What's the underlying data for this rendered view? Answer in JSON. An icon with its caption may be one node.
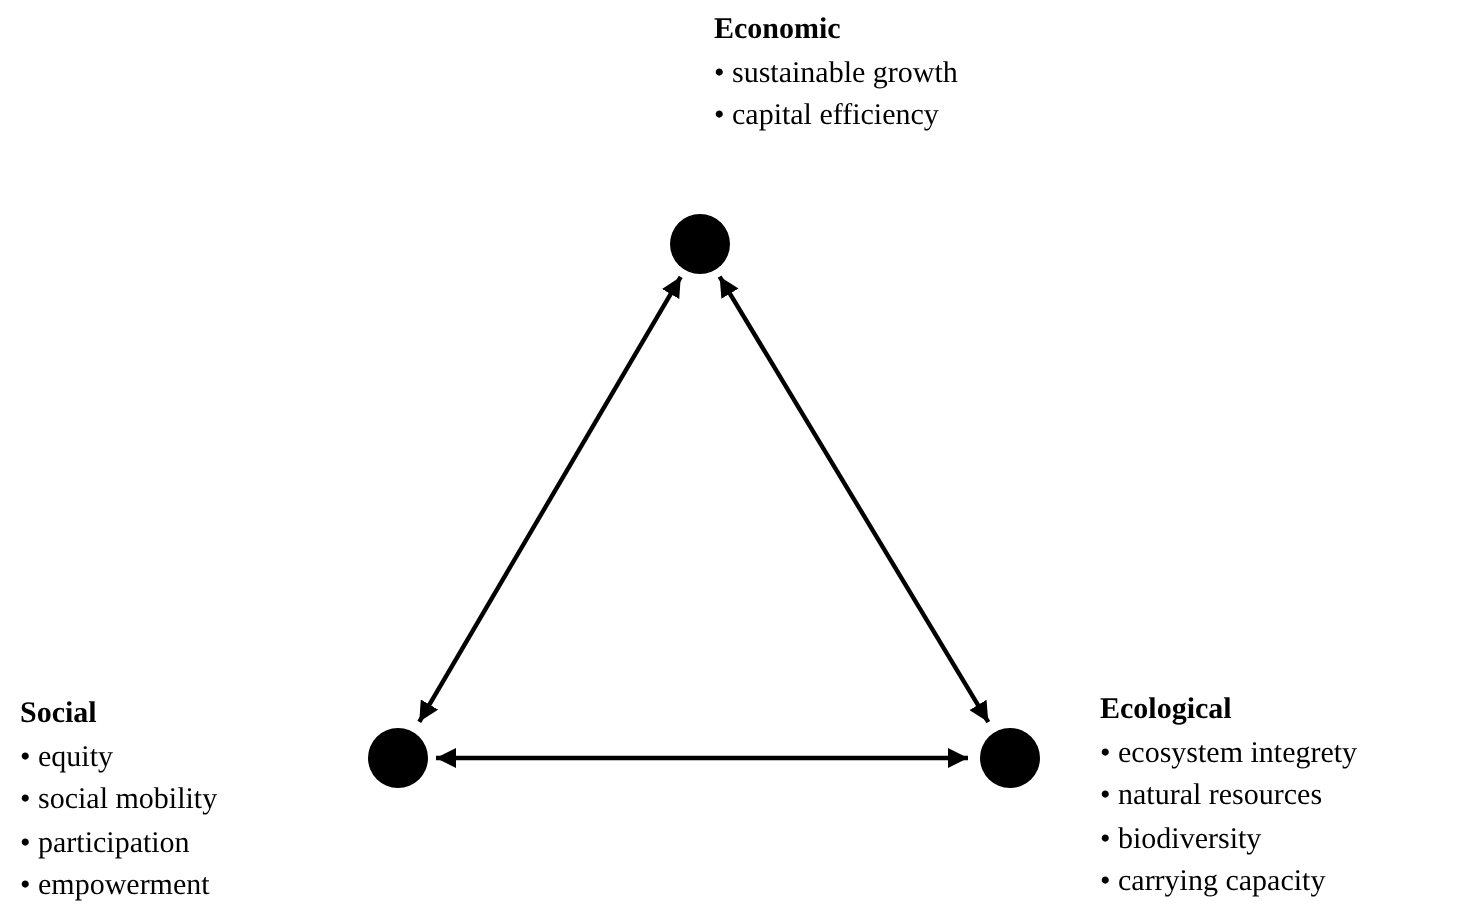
{
  "diagram": {
    "nodes": [
      {
        "text": [],
        "shape": "circle",
        "beside": [
          "Economic",
          "• sustainable growth",
          "• capital efficiency"
        ]
      },
      {
        "text": [],
        "shape": "circle",
        "beside": [
          "Social",
          "• equity",
          "• social mobility",
          "• participation",
          "• empowerment"
        ]
      },
      {
        "text": [],
        "shape": "circle",
        "beside": [
          "Ecological",
          "• ecosystem integrety",
          "• natural resources",
          "• biodiversity",
          "• carrying capacity"
        ]
      }
    ],
    "edges": [
      {
        "from": 0,
        "to": 1,
        "arrow": "both"
      },
      {
        "from": 0,
        "to": 2,
        "arrow": "both"
      },
      {
        "from": 1,
        "to": 2,
        "arrow": "both"
      }
    ]
  }
}
